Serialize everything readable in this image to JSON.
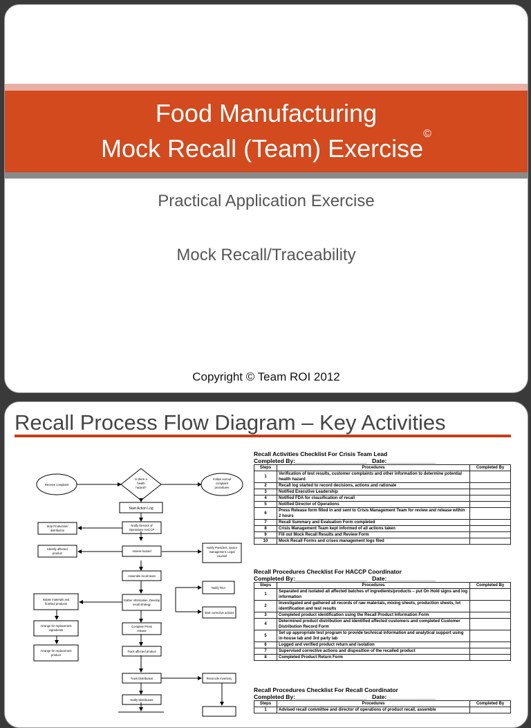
{
  "slide1": {
    "title_line1": "Food Manufacturing",
    "title_line2": "Mock Recall (Team) Exercise",
    "title_mark": "©",
    "subtitle1": "Practical Application Exercise",
    "subtitle2": "Mock Recall/Traceability",
    "copyright": "Copyright © Team ROI 2012"
  },
  "slide2": {
    "title": "Recall Process Flow Diagram – Key Activities",
    "flow": {
      "receive": "Receive complaint",
      "hazard": [
        "Is there a",
        "health",
        "hazard?"
      ],
      "follow": [
        "Follow normal",
        "complaint",
        "procedures"
      ],
      "start_log": "Start Action Log",
      "stop": [
        "Stop Production/",
        "distribution"
      ],
      "notify_dir": [
        "Notify Director of",
        "Operations HACCP"
      ],
      "identify": [
        "Identify affected",
        "product"
      ],
      "assess": "Assess hazard",
      "notify_pres": [
        "Notify President, Senior",
        "management, Legal",
        "counsel"
      ],
      "assemble": "Assemble recall team",
      "notify_fda": "Notify FDA",
      "isolate": [
        "Isolate materials and",
        "finished products"
      ],
      "gather": [
        "Gather information, Develop",
        "recall strategy"
      ],
      "corrective": "Start corrective actions",
      "arrange_ing": [
        "Arrange for replacement",
        "ingredients"
      ],
      "press": [
        "Complete Press",
        "release"
      ],
      "arrange_prod": [
        "Arrange for replacement",
        "product"
      ],
      "track_prod": "Track affected product",
      "track_dist": "Track Distribution",
      "reconcile": "Reconcile Inventory",
      "notify_distr": "Notify Distributors"
    },
    "checklists": [
      {
        "title": "Recall Activities Checklist For Crisis Team Lead",
        "completed_by": "Completed By:______________________",
        "date": "Date:_______________",
        "headers": [
          "Steps",
          "Procedures",
          "Completed By"
        ],
        "rows": [
          [
            "1",
            "Verification of test results, customer complaints and other information to determine potential health hazard"
          ],
          [
            "2",
            "Recall log started to record decisions, actions and rationale"
          ],
          [
            "3",
            "Notified Executive Leadership"
          ],
          [
            "4",
            "Notified FDA for classification of recall"
          ],
          [
            "5",
            "Notified Director of Operations"
          ],
          [
            "6",
            "Press Release form filled in and sent to Crisis Management Team for review and release within 2 hours"
          ],
          [
            "7",
            "Recall Summary and Evaluation Form completed"
          ],
          [
            "8",
            "Crisis Management Team kept informed of all actions taken"
          ],
          [
            "9",
            "Fill out Mock Recall Results and Review Form"
          ],
          [
            "10",
            "Mock Recall Forms and crises management logs filed"
          ]
        ]
      },
      {
        "title": "Recall Procedures Checklist For HACCP Coordinator",
        "completed_by": "Completed By:______________________",
        "date": "Date:_______________",
        "headers": [
          "Steps",
          "Procedures",
          "Completed By"
        ],
        "rows": [
          [
            "1",
            "Separated and isolated all affected batches of ingredients/products – put On Hold signs and log information"
          ],
          [
            "2",
            "Investigated and gathered all records of raw materials, mixing sheets, production sheets, lot identification and test results"
          ],
          [
            "3",
            "Completed product identification using the Recall Product Information Form"
          ],
          [
            "4",
            "Determined product distribution and identified affected customers and completed Customer Distribution Record Form"
          ],
          [
            "5",
            "Set up appropriate test program to provide technical information and analytical support using in-house lab and 3rd party lab"
          ],
          [
            "6",
            "Logged and verified product return and isolation"
          ],
          [
            "7",
            "Supervised corrective actions and disposition of the recalled product"
          ],
          [
            "8",
            "Completed Product Return Form"
          ]
        ]
      },
      {
        "title": "Recall Procedures Checklist For Recall Coordinator",
        "completed_by": "Completed By:______________________",
        "date": "Date:_______________",
        "headers": [
          "Steps",
          "Procedures",
          "Completed By"
        ],
        "rows": [
          [
            "1",
            "Advised recall committee and director of operations of product recall, assemble"
          ]
        ]
      }
    ]
  }
}
